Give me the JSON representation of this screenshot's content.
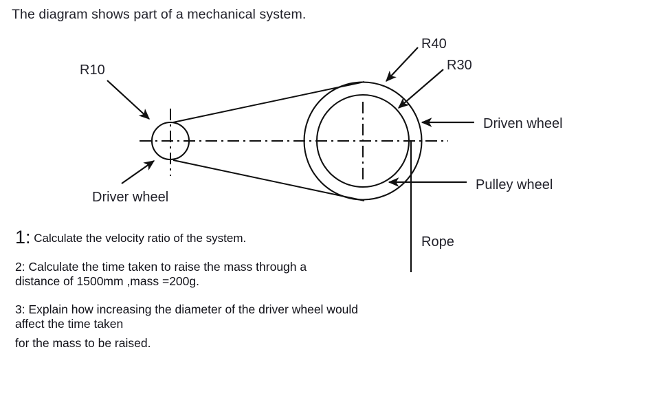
{
  "header": {
    "title": "The diagram shows part of a mechanical system."
  },
  "diagram": {
    "dimension_labels": [
      {
        "id": "r10",
        "text": "R10"
      },
      {
        "id": "r40",
        "text": "R40"
      },
      {
        "id": "r30",
        "text": "R30"
      }
    ],
    "part_labels": [
      {
        "id": "driver-wheel",
        "text": "Driver wheel"
      },
      {
        "id": "driven-wheel",
        "text": "Driven wheel"
      },
      {
        "id": "pulley-wheel",
        "text": "Pulley wheel"
      },
      {
        "id": "rope",
        "text": "Rope"
      }
    ],
    "line_color": "#111111",
    "background": "#ffffff"
  },
  "questions": {
    "q1": {
      "number": "1:",
      "text": "Calculate the velocity ratio of the system."
    },
    "q2": {
      "line1": "2: Calculate the time taken to raise the mass through a",
      "line2": "distance of 1500mm ,mass =200g."
    },
    "q3": {
      "line1": "3: Explain how increasing the diameter of the driver wheel would",
      "line2": "affect the time taken",
      "line3": "for the mass to be raised."
    }
  }
}
